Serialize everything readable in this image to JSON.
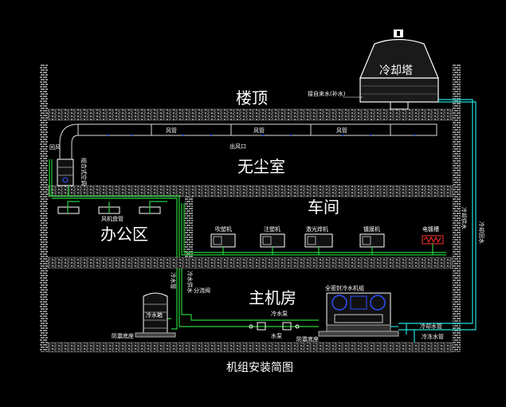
{
  "title": "机组安装简图",
  "rooms": {
    "roof": "楼顶",
    "cleanroom": "无尘室",
    "workshop": "车间",
    "office": "办公区",
    "mainroom": "主机房"
  },
  "equipment": {
    "cooling_tower": "冷却塔",
    "tower_note": "接自来水(补水)",
    "duct_1": "风管",
    "duct_2": "风管",
    "duct_3": "风管",
    "outlet": "出风口",
    "return_air": "回风",
    "central_ac": "组合式空调",
    "fan_coil": "风机盘管",
    "machines": [
      "吹塑机",
      "注塑机",
      "激光焊机",
      "镀膜机",
      "电镀槽"
    ],
    "water_tank": "冷水箱",
    "chiller": "全密封冷水机组",
    "pump": "冷水泵",
    "pump_label": "水泵",
    "valve": "分流阀",
    "base_left": "防震底座",
    "base_right": "防震底座",
    "supply": "冷水供水",
    "return": "冷却回水",
    "right_supply": "冷却供水",
    "right_return": "冷却回水",
    "bottom_right_1": "冷却水管",
    "bottom_right_2": "冷冻水管",
    "left_pipe": "冷水管"
  },
  "colors": {
    "green": "#27d13a",
    "cyan": "#22e0e0",
    "white": "#ffffff",
    "wall": "#9a9a9a",
    "duct": "#d8d8d8",
    "blue_dot": "#3050ff",
    "red": "#ff3030"
  }
}
